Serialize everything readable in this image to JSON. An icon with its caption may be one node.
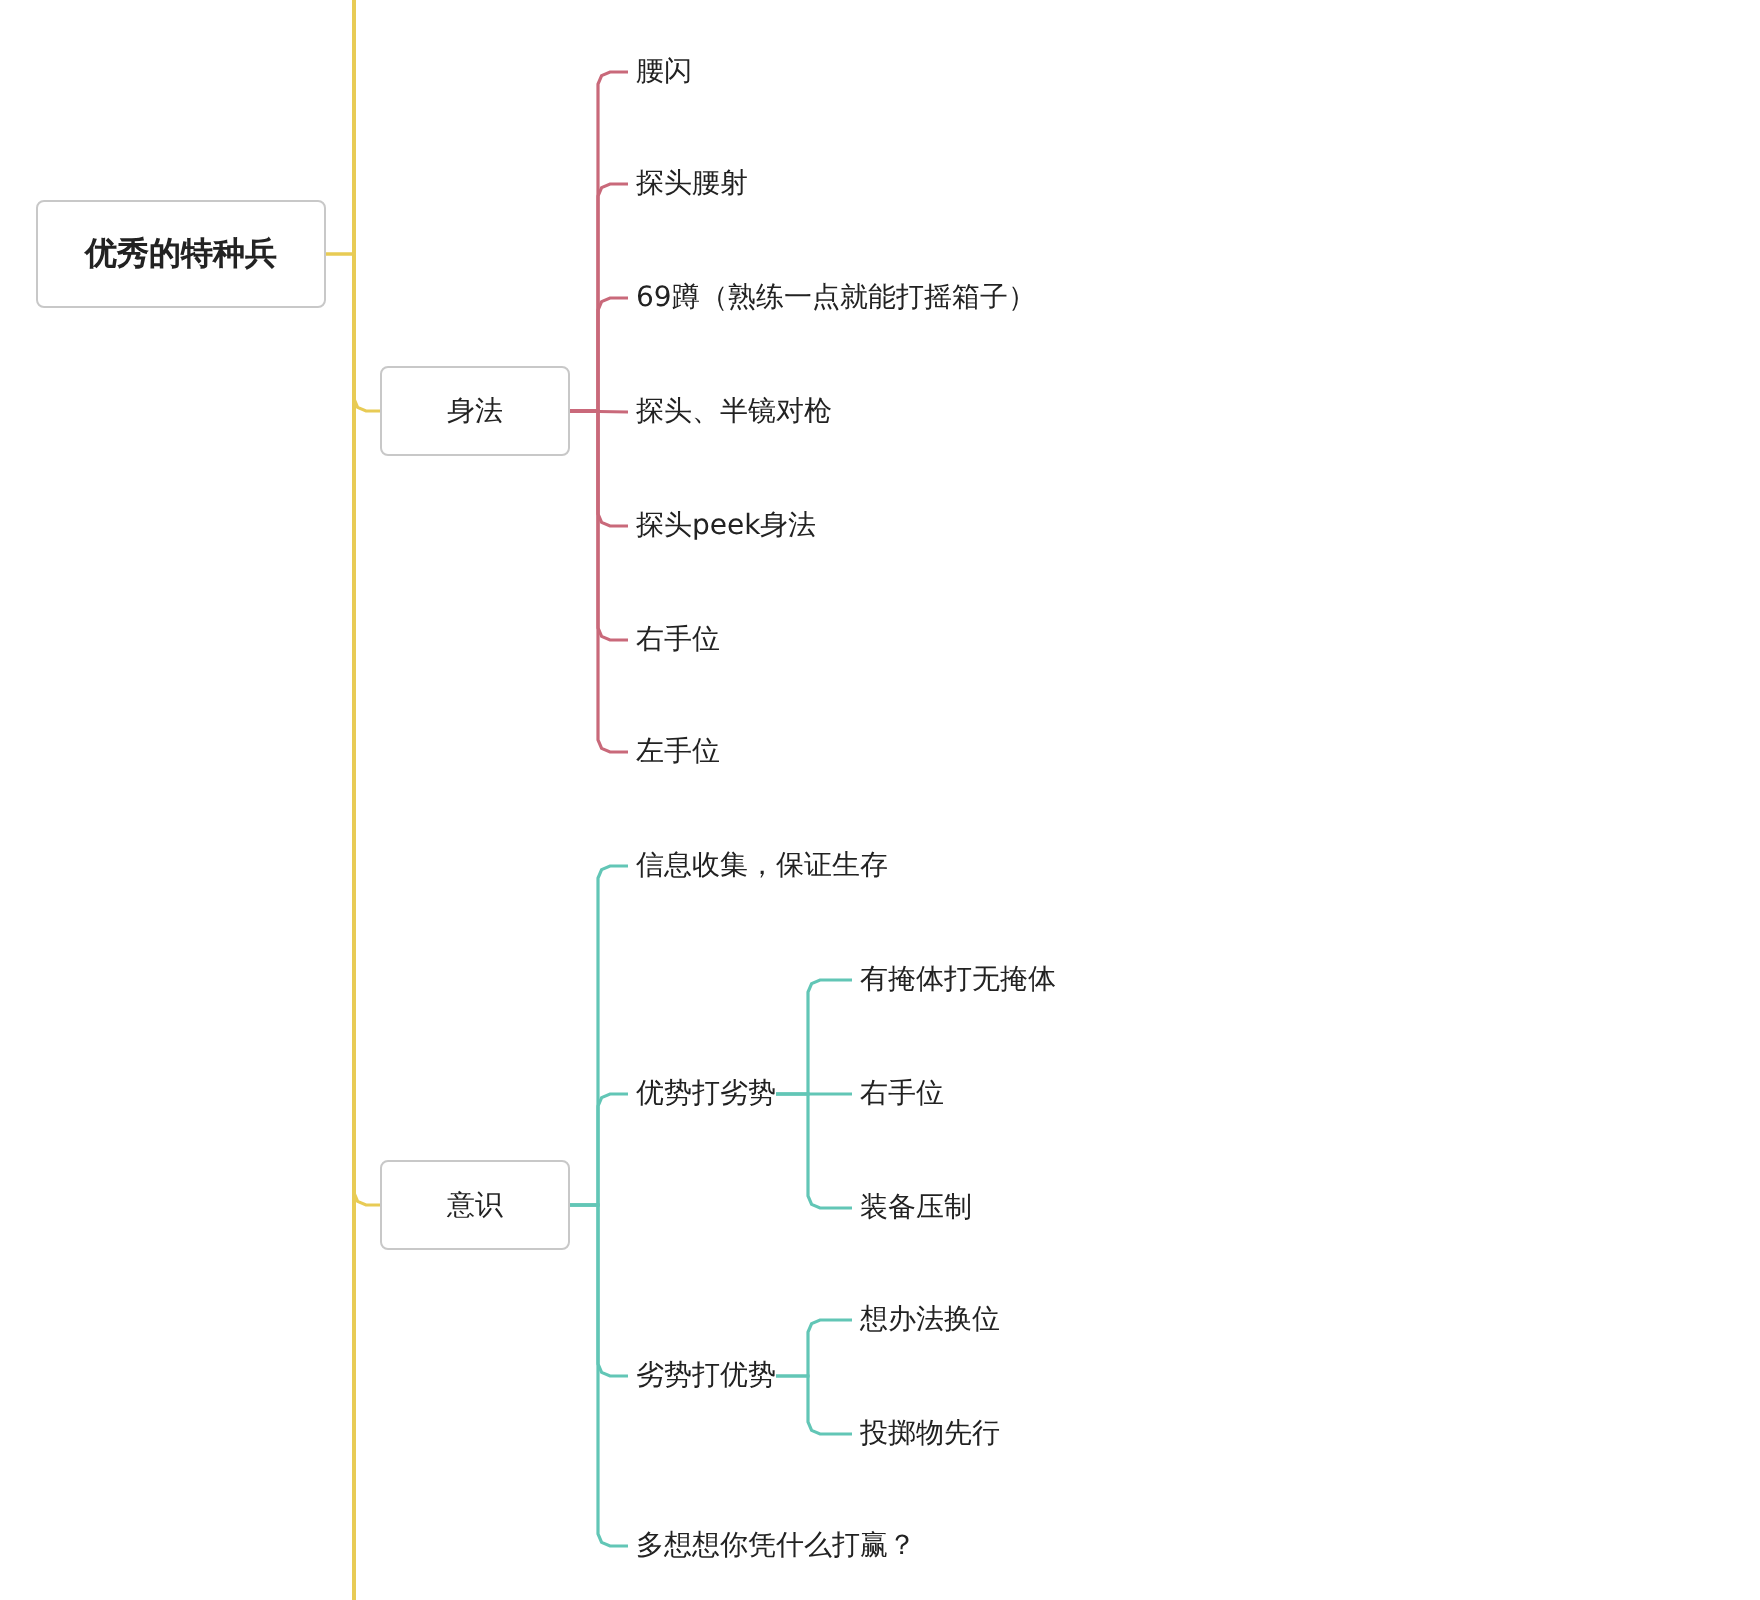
{
  "diagram": {
    "nodes": [
      {
        "text": [
          "优秀的特种兵"
        ]
      },
      {
        "text": [
          "身法"
        ]
      },
      {
        "text": [
          "腰闪"
        ]
      },
      {
        "text": [
          "探头腰射"
        ]
      },
      {
        "text": [
          "69蹲（熟练一点就能打摇箱子）"
        ]
      },
      {
        "text": [
          "探头、半镜对枪"
        ]
      },
      {
        "text": [
          "探头peek身法"
        ]
      },
      {
        "text": [
          "右手位"
        ]
      },
      {
        "text": [
          "左手位"
        ]
      },
      {
        "text": [
          "意识"
        ]
      },
      {
        "text": [
          "信息收集，保证生存"
        ]
      },
      {
        "text": [
          "优势打劣势"
        ]
      },
      {
        "text": [
          "有掩体打无掩体"
        ]
      },
      {
        "text": [
          "右手位"
        ]
      },
      {
        "text": [
          "装备压制"
        ]
      },
      {
        "text": [
          "劣势打优势"
        ]
      },
      {
        "text": [
          "想办法换位"
        ]
      },
      {
        "text": [
          "投掷物先行"
        ]
      },
      {
        "text": [
          "多想想你凭什么打赢？"
        ]
      }
    ],
    "edges": [
      {
        "from": 0,
        "to": 1,
        "arrow": "none",
        "color": "#e8cb55"
      },
      {
        "from": 0,
        "to": 9,
        "arrow": "none",
        "color": "#e8cb55"
      },
      {
        "from": 1,
        "to": 2,
        "arrow": "none",
        "color": "#c9697a"
      },
      {
        "from": 1,
        "to": 3,
        "arrow": "none",
        "color": "#c9697a"
      },
      {
        "from": 1,
        "to": 4,
        "arrow": "none",
        "color": "#c9697a"
      },
      {
        "from": 1,
        "to": 5,
        "arrow": "none",
        "color": "#c9697a"
      },
      {
        "from": 1,
        "to": 6,
        "arrow": "none",
        "color": "#c9697a"
      },
      {
        "from": 1,
        "to": 7,
        "arrow": "none",
        "color": "#c9697a"
      },
      {
        "from": 1,
        "to": 8,
        "arrow": "none",
        "color": "#c9697a"
      },
      {
        "from": 9,
        "to": 10,
        "arrow": "none",
        "color": "#62c6b6"
      },
      {
        "from": 9,
        "to": 11,
        "arrow": "none",
        "color": "#62c6b6"
      },
      {
        "from": 9,
        "to": 15,
        "arrow": "none",
        "color": "#62c6b6"
      },
      {
        "from": 9,
        "to": 18,
        "arrow": "none",
        "color": "#62c6b6"
      },
      {
        "from": 11,
        "to": 12,
        "arrow": "none",
        "color": "#62c6b6"
      },
      {
        "from": 11,
        "to": 13,
        "arrow": "none",
        "color": "#62c6b6"
      },
      {
        "from": 11,
        "to": 14,
        "arrow": "none",
        "color": "#62c6b6"
      },
      {
        "from": 15,
        "to": 16,
        "arrow": "none",
        "color": "#62c6b6"
      },
      {
        "from": 15,
        "to": 17,
        "arrow": "none",
        "color": "#62c6b6"
      }
    ]
  }
}
